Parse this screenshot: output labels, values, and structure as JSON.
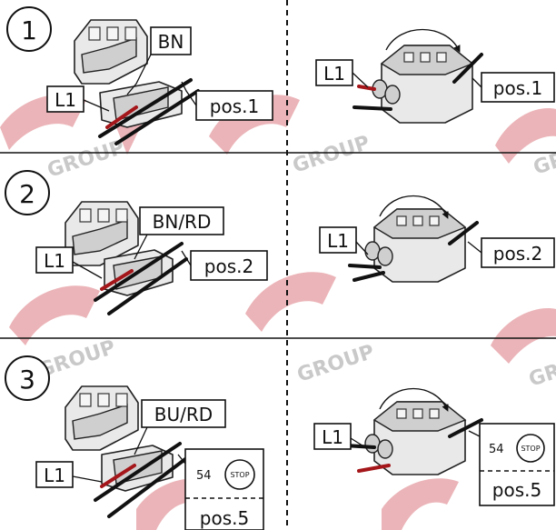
{
  "watermark": {
    "word": "GROUP",
    "color": "#e8a7ab"
  },
  "rows": [
    {
      "step": "1",
      "left": {
        "wire_color_label": "BN",
        "conductor_label": "L1",
        "position_label": "pos.1"
      },
      "right": {
        "conductor_label": "L1",
        "position_label": "pos.1"
      }
    },
    {
      "step": "2",
      "left": {
        "wire_color_label": "BN/RD",
        "conductor_label": "L1",
        "position_label": "pos.2"
      },
      "right": {
        "conductor_label": "L1",
        "position_label": "pos.2"
      }
    },
    {
      "step": "3",
      "left": {
        "wire_color_label": "BU/RD",
        "conductor_label": "L1",
        "stop_code": "54",
        "stop_label": "STOP",
        "position_label": "pos.5"
      },
      "right": {
        "conductor_label": "L1",
        "stop_code": "54",
        "stop_label": "STOP",
        "position_label": "pos.5"
      }
    }
  ],
  "icons": {
    "rotate": "rotate-arrow-icon",
    "stop": "stop-sign-icon"
  }
}
